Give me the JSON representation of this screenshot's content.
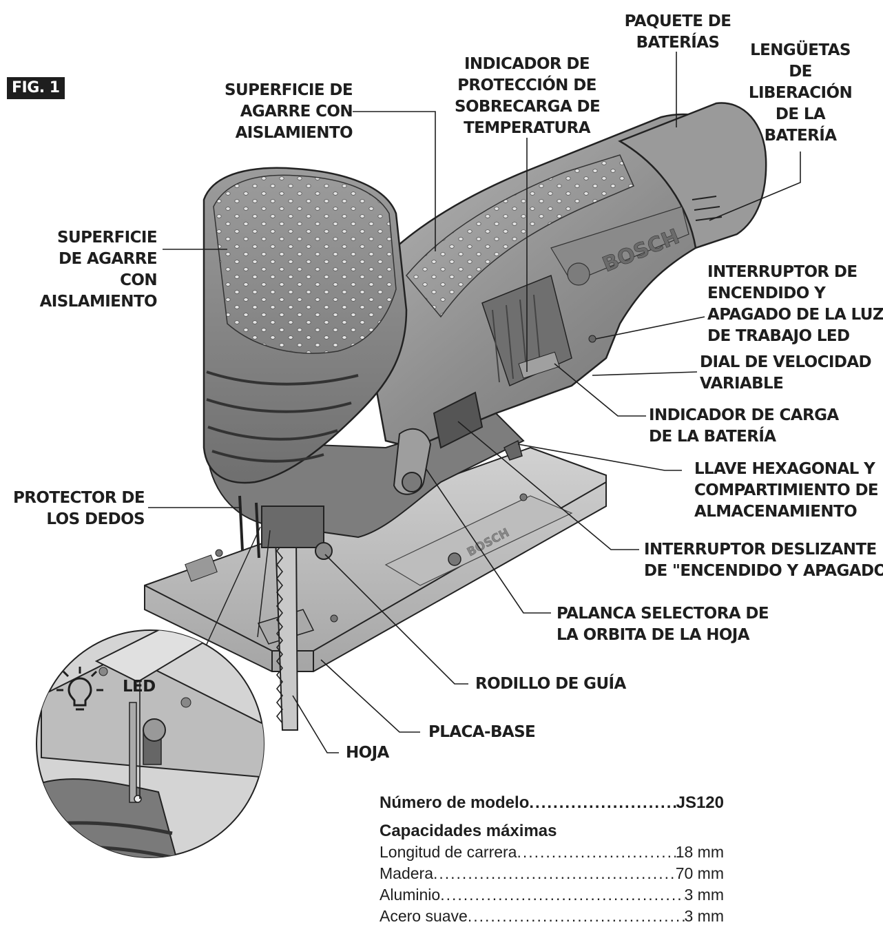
{
  "figure_label": "FIG. 1",
  "callouts": {
    "battery_pack": [
      "PAQUETE DE",
      "BATERÍAS"
    ],
    "battery_release_tabs": [
      "LENGÜETAS",
      "DE",
      "LIBERACIÓN",
      "DE LA",
      "BATERÍA"
    ],
    "overload_indicator": [
      "INDICADOR DE",
      "PROTECCIÓN DE",
      "SOBRECARGA DE",
      "TEMPERATURA"
    ],
    "grip_top": [
      "SUPERFICIE DE",
      "AGARRE CON",
      "AISLAMIENTO"
    ],
    "grip_left": [
      "SUPERFICIE",
      "DE AGARRE",
      "CON",
      "AISLAMIENTO"
    ],
    "led_switch": [
      "INTERRUPTOR DE",
      "ENCENDIDO Y",
      "APAGADO DE LA LUZ",
      "DE TRABAJO LED"
    ],
    "speed_dial": [
      "DIAL DE VELOCIDAD",
      "VARIABLE"
    ],
    "charge_indicator": [
      "INDICADOR DE CARGA",
      "DE LA BATERÍA"
    ],
    "hex_key": [
      "LLAVE HEXAGONAL Y",
      "COMPARTIMIENTO DE",
      "ALMACENAMIENTO"
    ],
    "finger_guard": [
      "PROTECTOR DE",
      "LOS DEDOS"
    ],
    "slide_switch": [
      "INTERRUPTOR DESLIZANTE",
      "DE \"ENCENDIDO Y APAGADO\""
    ],
    "orbit_lever": [
      "PALANCA SELECTORA DE",
      "LA ORBITA DE LA HOJA"
    ],
    "guide_roller": [
      "RODILLO DE GUÍA"
    ],
    "base_plate": [
      "PLACA-BASE"
    ],
    "blade": [
      "HOJA"
    ],
    "led": [
      "LED"
    ]
  },
  "brand_marks": {
    "housing": "BOSCH",
    "base": "BOSCH"
  },
  "specs": {
    "model": {
      "label": "Número de modelo",
      "value": "JS120"
    },
    "heading": "Capacidades máximas",
    "rows": [
      {
        "label": "Longitud de carrera",
        "value": "18 mm"
      },
      {
        "label": "Madera",
        "value": "70 mm"
      },
      {
        "label": "Aluminio",
        "value": "3 mm"
      },
      {
        "label": "Acero suave",
        "value": "3 mm"
      }
    ]
  },
  "colors": {
    "ink": "#1e1e1e",
    "tool_body": "#8d8d8d",
    "tool_dark": "#5a5a5a",
    "tool_light": "#c4c4c4"
  }
}
